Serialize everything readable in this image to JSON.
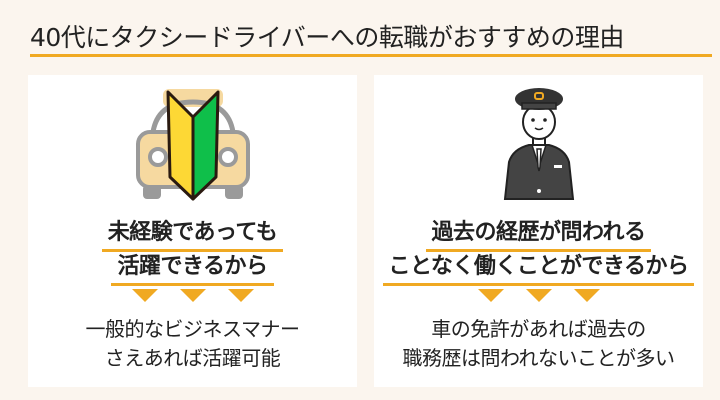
{
  "title": "40代にタクシードライバーへの転職がおすすめの理由",
  "accent_color": "#f0a922",
  "cards": [
    {
      "icon": "beginner-mark-car-icon",
      "heading": [
        "未経験であっても",
        "活躍できるから"
      ],
      "body": [
        "一般的なビジネスマナー",
        "さえあれば活躍可能"
      ]
    },
    {
      "icon": "taxi-driver-uniform-icon",
      "heading": [
        "過去の経歴が問われる",
        "ことなく働くことができるから"
      ],
      "body": [
        "車の免許があれば過去の",
        "職務歴は問われないことが多い"
      ]
    }
  ]
}
